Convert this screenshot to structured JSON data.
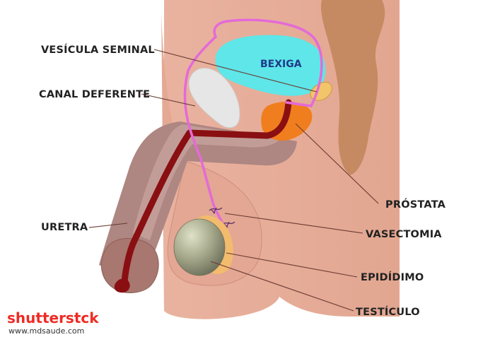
{
  "labels": {
    "vesicula": "VESÍCULA SEMINAL",
    "canal": "CANAL DEFERENTE",
    "uretra": "URETRA",
    "bexiga": "BEXIGA",
    "prostata": "PRÓSTATA",
    "vasectomia": "VASECTOMIA",
    "epididimo": "EPIDÍDIMO",
    "testiculo": "TESTÍCULO"
  },
  "watermark": {
    "brand_a": "shutterst",
    "brand_b": "ck",
    "url": "www.mdsaude.com"
  },
  "colors": {
    "skin": "#e6ad98",
    "skin_dark": "#d99a85",
    "rectum": "#c58a62",
    "bladder": "#5ee6e8",
    "prostate": "#f07e1e",
    "urethra": "#8a0f12",
    "vas_deferens": "#e46ad8",
    "testis": "#9ea083",
    "epididymis": "#f3bb6e"
  }
}
